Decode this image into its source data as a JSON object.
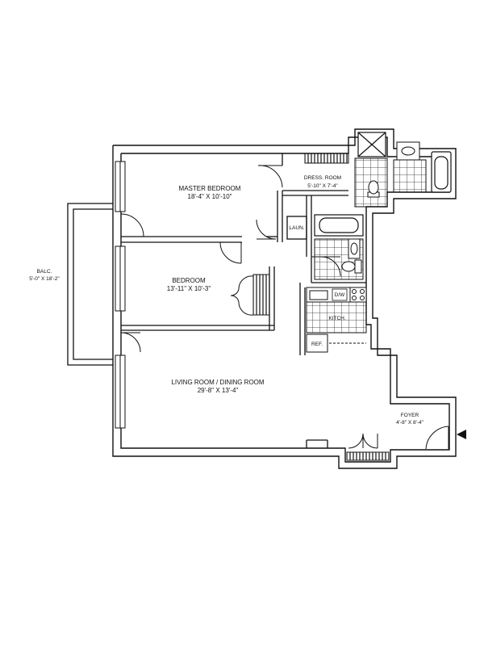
{
  "floorplan": {
    "rooms": {
      "master_bedroom": {
        "name": "MASTER BEDROOM",
        "dims": "18'-4\" X 10'-10\""
      },
      "dress_room": {
        "name": "DRESS. ROOM",
        "dims": "5'-10\" X 7'-4\""
      },
      "bedroom": {
        "name": "BEDROOM",
        "dims": "13'-11\" X 10'-3\""
      },
      "balcony": {
        "name": "BALC.",
        "dims": "5'-0\" X 18'-2\""
      },
      "living_dining": {
        "name": "LIVING ROOM / DINING ROOM",
        "dims": "29'-8\" X 13'-4\""
      },
      "foyer": {
        "name": "FOYER",
        "dims": "4'-8\" X 8'-4\""
      },
      "kitchen": {
        "name": "KITCH."
      }
    },
    "fixtures": {
      "laundry": "LAUN.",
      "dishwasher": "D/W",
      "refrigerator": "REF."
    }
  }
}
